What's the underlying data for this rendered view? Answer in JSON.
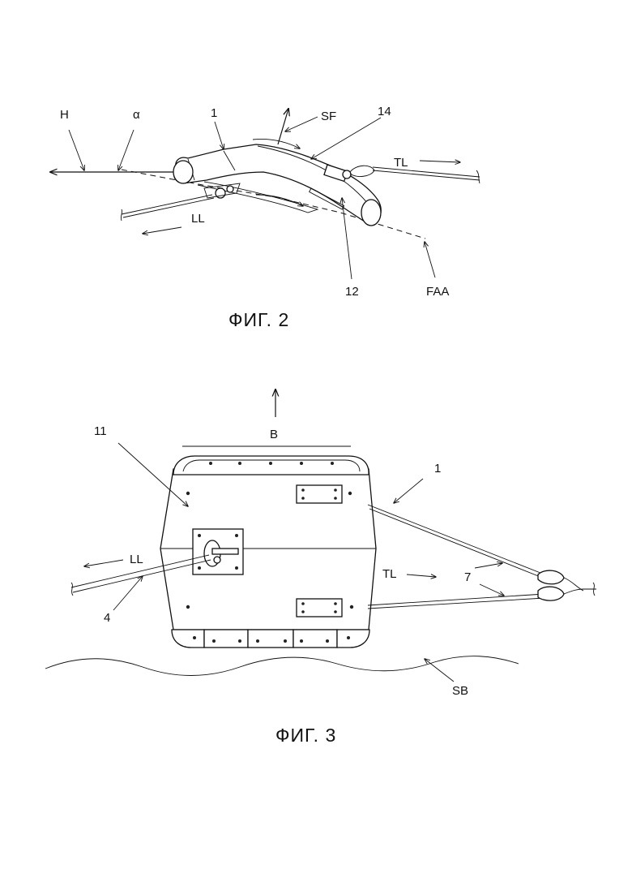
{
  "fig2": {
    "caption": "ФИГ. 2",
    "labels": {
      "H": "H",
      "alpha": "α",
      "ref1": "1",
      "SF": "SF",
      "ref14": "14",
      "TL": "TL",
      "LL": "LL",
      "ref12": "12",
      "FAA": "FAA"
    }
  },
  "fig3": {
    "caption": "ФИГ. 3",
    "labels": {
      "B": "B",
      "ref11": "11",
      "ref1": "1",
      "LL": "LL",
      "TL": "TL",
      "ref7": "7",
      "ref4": "4",
      "SB": "SB"
    }
  }
}
